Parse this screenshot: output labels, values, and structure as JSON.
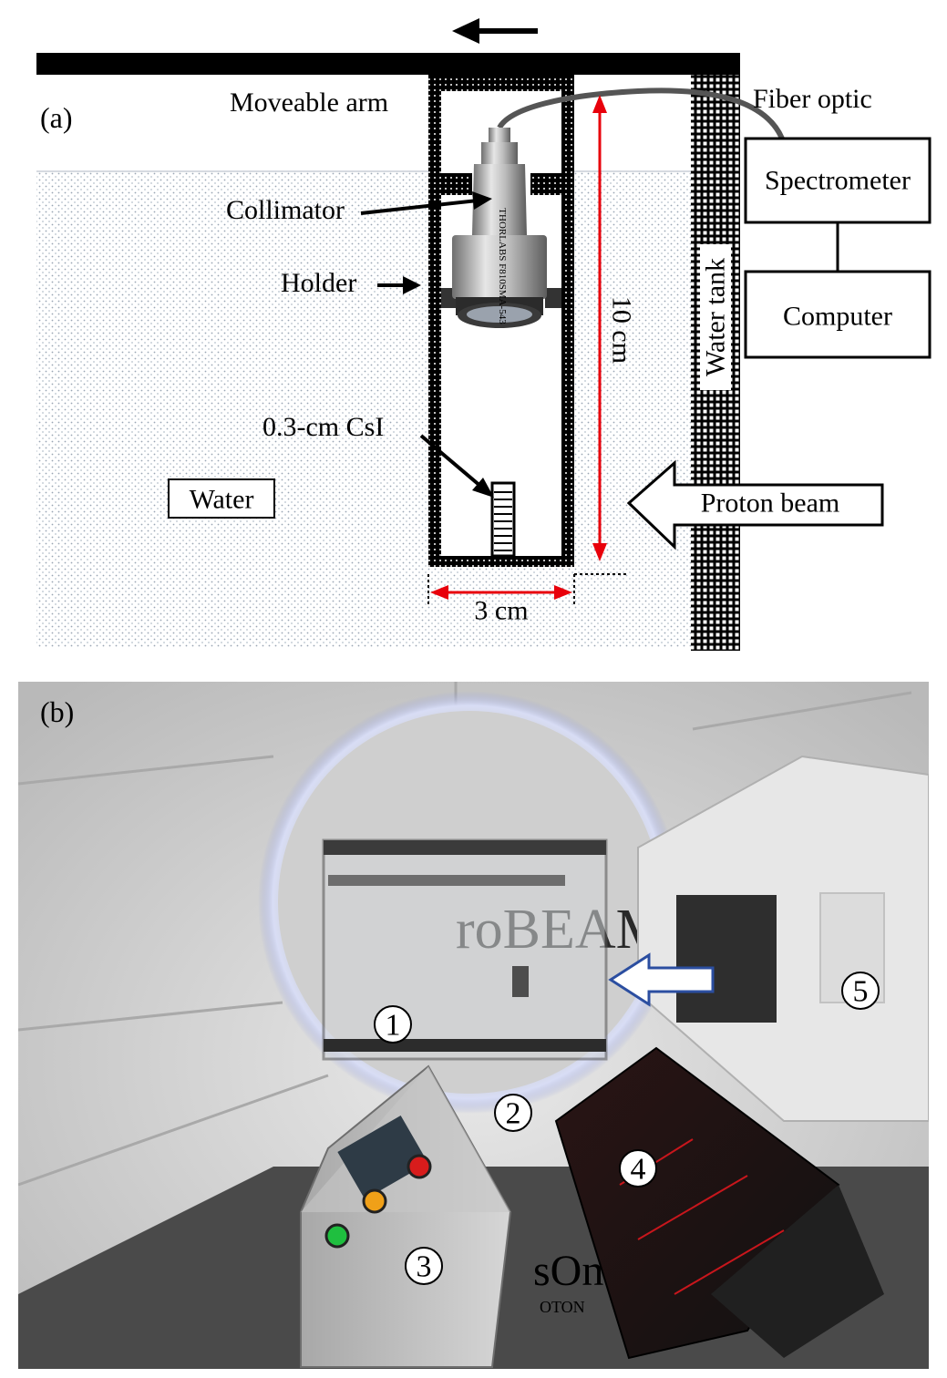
{
  "panel_a": {
    "label": "(a)",
    "labels": {
      "moveable_arm": "Moveable arm",
      "fiber_optic": "Fiber optic",
      "spectrometer": "Spectrometer",
      "computer": "Computer",
      "collimator": "Collimator",
      "holder": "Holder",
      "water_tank": "Water tank",
      "distance_10cm": "10 cm",
      "csi": "0.3-cm CsI",
      "water": "Water",
      "proton_beam": "Proton beam",
      "width_3cm": "3 cm"
    },
    "collimator_engraving": "THORLABS F810SMA-543",
    "colors": {
      "dimension": "#e8000b",
      "water_dots": "#9aa6b4"
    }
  },
  "panel_b": {
    "label": "(b)",
    "markers": [
      "1",
      "2",
      "3",
      "4",
      "5"
    ],
    "background_text": {
      "gantry_logo": "roBEAM",
      "floor_logo": "sOn",
      "floor_logo_sub": "OTON"
    }
  }
}
